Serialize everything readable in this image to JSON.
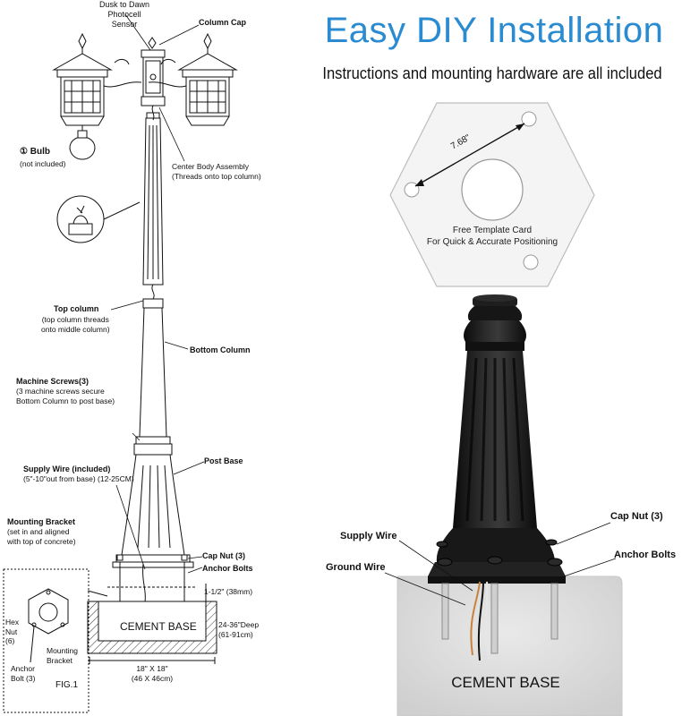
{
  "header": {
    "title": "Easy DIY Installation",
    "subtitle": "Instructions and mounting hardware are all included"
  },
  "diagram": {
    "dusk_sensor": [
      "Dusk to Dawn",
      "Photocell Sensor"
    ],
    "column_cap": "Column Cap",
    "bulb_label": "① Bulb",
    "bulb_note": "(not included)",
    "center_body": [
      "Center Body Assembly",
      "(Threads onto top column)"
    ],
    "top_column": "Top column",
    "top_column_note": [
      "(top column threads",
      "onto middle column)"
    ],
    "bottom_column": "Bottom Column",
    "machine_screws": "Machine Screws(3)",
    "machine_screws_note": [
      "(3 machine screws secure",
      "Bottom Column to post base)"
    ],
    "post_base": "Post Base",
    "supply_wire": "Supply Wire (included)",
    "supply_wire_note": "(5\"-10\"out from base) (12-25CM)",
    "mounting_bracket": "Mounting Bracket",
    "mounting_bracket_note": [
      "(set in and aligned",
      "with top of concrete)"
    ],
    "cap_nut": "Cap Nut (3)",
    "anchor_bolts": "Anchor Bolts",
    "height_dim": "1-1/2\" (38mm)",
    "cement_base": "CEMENT BASE",
    "depth_dim": [
      "24-36\"Deep",
      "(61-91cm)"
    ],
    "width_dim": [
      "18\" X 18\"",
      "(46 X 46cm)"
    ],
    "fig_hex": [
      "Hex",
      "Nut",
      "(6)"
    ],
    "fig_bracket": [
      "Mounting",
      "Bracket"
    ],
    "fig_bolt": [
      "Anchor",
      "Bolt (3)"
    ],
    "fig_label": "FIG.1"
  },
  "template": {
    "dimension": "7.68\"",
    "line1": "Free Template Card",
    "line2": "For Quick & Accurate Positioning"
  },
  "photo": {
    "cap_nut": "Cap Nut (3)",
    "supply_wire": "Supply Wire",
    "anchor_bolts": "Anchor Bolts",
    "ground_wire": "Ground Wire",
    "cement_base": "CEMENT BASE"
  },
  "colors": {
    "title_blue": "#2a8bd0",
    "post_black": "#1a1a1a",
    "concrete": "#dcdcdc"
  }
}
